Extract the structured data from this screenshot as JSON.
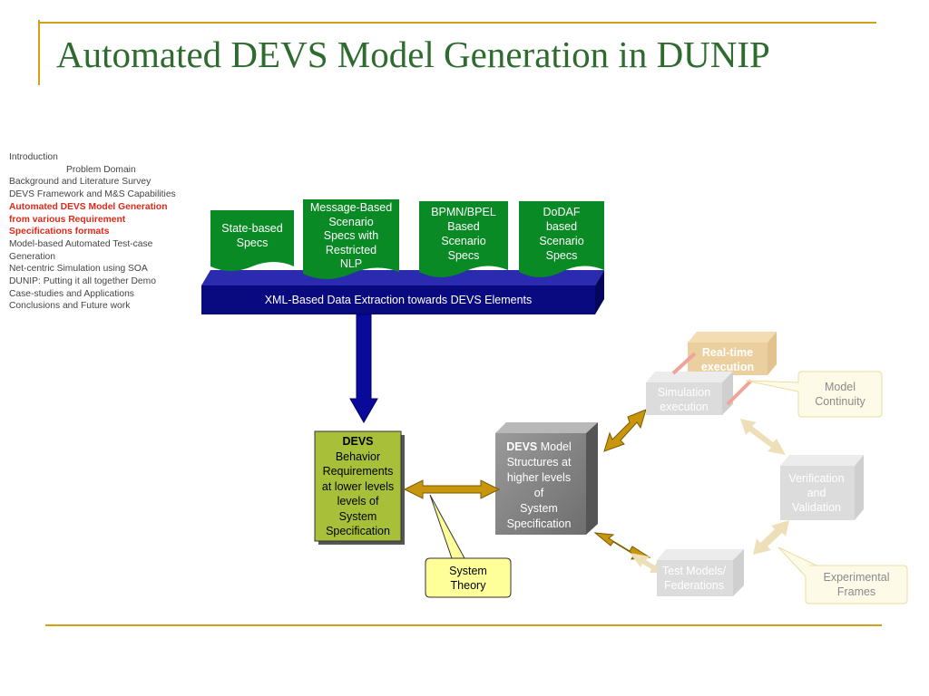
{
  "title": "Automated DEVS Model Generation in DUNIP",
  "outline": {
    "items": [
      {
        "text": "Introduction",
        "style": "normal"
      },
      {
        "text": "Problem Domain",
        "style": "indent"
      },
      {
        "text": "Background and Literature Survey",
        "style": "normal"
      },
      {
        "text": "DEVS Framework and M&S Capabilities",
        "style": "normal"
      },
      {
        "text": "Automated DEVS Model Generation from various Requirement Specifications formats",
        "style": "active"
      },
      {
        "text": "Model-based Automated Test-case Generation",
        "style": "normal"
      },
      {
        "text": "Net-centric Simulation using SOA",
        "style": "normal"
      },
      {
        "text": "DUNIP: Putting it all together Demo",
        "style": "normal"
      },
      {
        "text": "Case-studies and Applications",
        "style": "normal"
      },
      {
        "text": "Conclusions and Future work",
        "style": "normal"
      }
    ]
  },
  "diagram": {
    "docs": [
      {
        "lines": [
          "State-based",
          "Specs"
        ]
      },
      {
        "lines": [
          "Message-Based",
          "Scenario",
          "Specs with",
          "Restricted",
          "NLP"
        ]
      },
      {
        "lines": [
          "BPMN/BPEL",
          "Based",
          "Scenario",
          "Specs"
        ]
      },
      {
        "lines": [
          "DoDAF",
          "based",
          "Scenario",
          "Specs"
        ]
      }
    ],
    "xml_bar": "XML-Based Data Extraction towards DEVS Elements",
    "behavior_box": {
      "bold": "DEVS",
      "lines": [
        "Behavior",
        "Requirements",
        "at lower levels",
        "levels of",
        "System",
        "Specification"
      ]
    },
    "structure_box": {
      "bold": "DEVS",
      "first_rest": " Model",
      "lines": [
        "Structures at",
        "higher levels",
        "of",
        "System",
        "Specification"
      ]
    },
    "system_theory": [
      "System",
      "Theory"
    ],
    "simulation": [
      "Simulation",
      "execution"
    ],
    "real_time": [
      "Real-time",
      "execution"
    ],
    "model_continuity": [
      "Model",
      "Continuity"
    ],
    "vv": [
      "Verification",
      "and",
      "Validation"
    ],
    "test_models": [
      "Test Models/",
      "Federations"
    ],
    "experimental_frames": [
      "Experimental",
      "Frames"
    ]
  },
  "colors": {
    "title": "#2e6b2e",
    "frame": "#d4a017",
    "doc_green": "#0a8a25",
    "xml_bar": "#0a0a80",
    "behavior_box": "#a8bf3a",
    "structure_box": "#7e7e7e",
    "arrow_gold": "#c8960c",
    "callout_yellow": "#ffff99",
    "active_item": "#e02a1a"
  }
}
